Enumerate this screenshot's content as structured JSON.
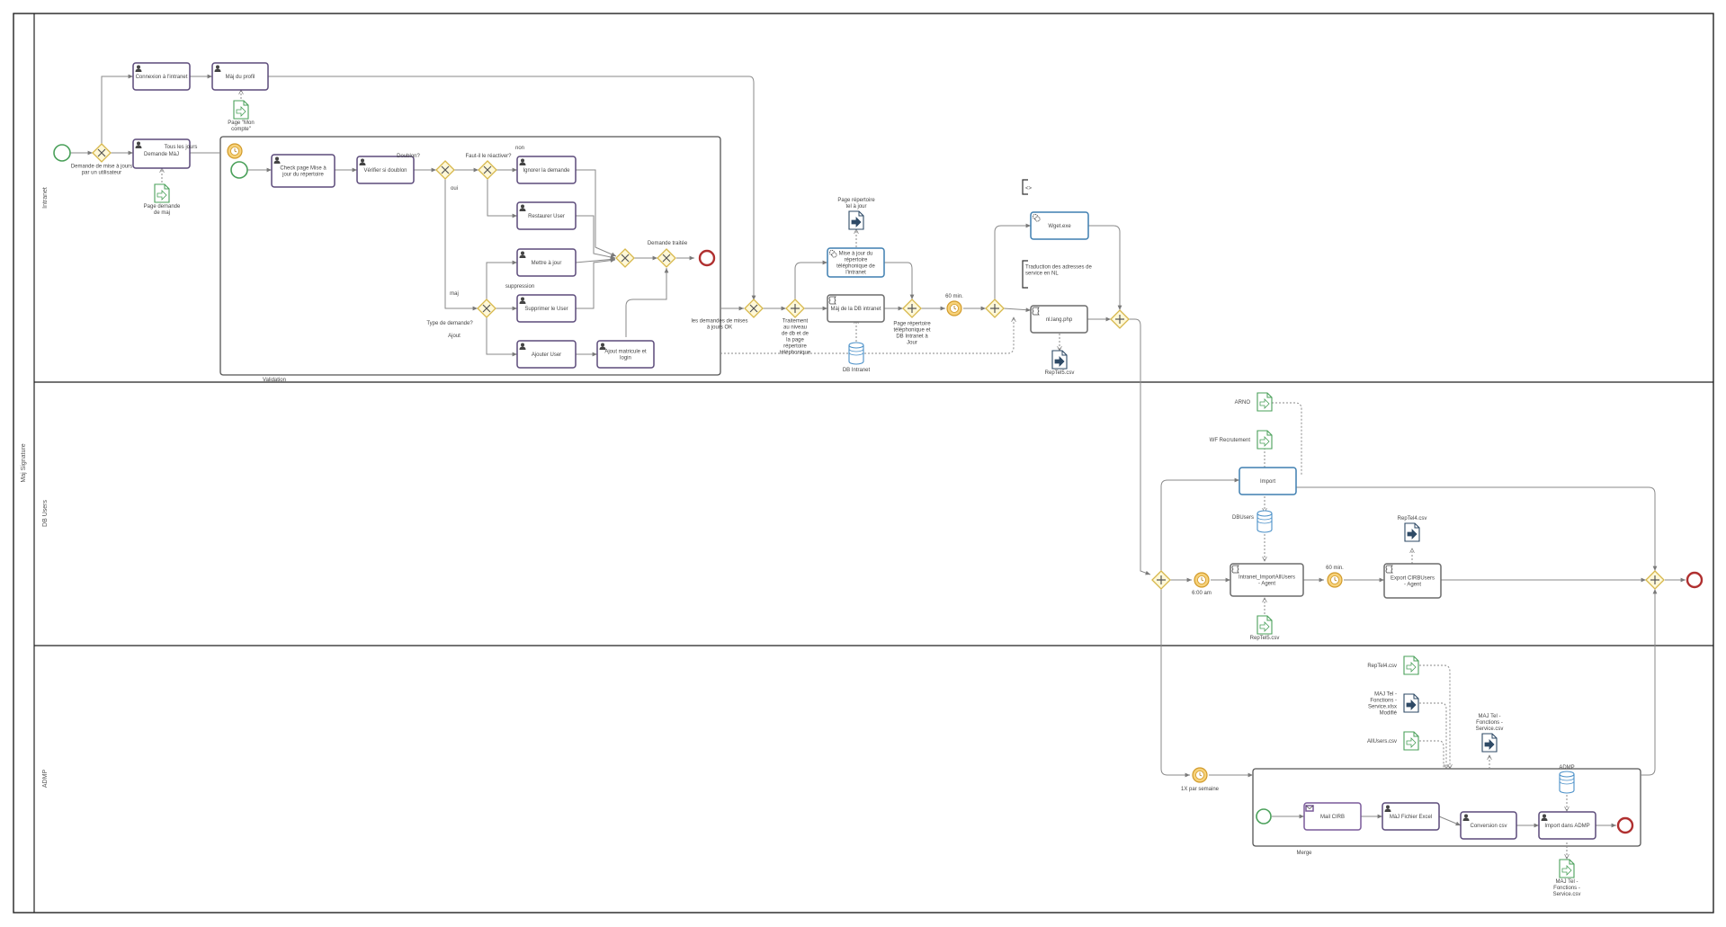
{
  "pool": {
    "title": "Maj Signature"
  },
  "lanes": [
    {
      "id": "intranet",
      "title": "Intranet"
    },
    {
      "id": "dbusers",
      "title": "DB Users"
    },
    {
      "id": "admp",
      "title": "ADMP"
    }
  ],
  "tasks": [
    {
      "id": "t-connexion",
      "kind": "user",
      "lines": [
        "Connexion à l'intranet"
      ]
    },
    {
      "id": "t-majprofil",
      "kind": "user",
      "lines": [
        "Màj du profil"
      ]
    },
    {
      "id": "t-demandemaj",
      "kind": "user",
      "lines": [
        "Demande MàJ"
      ]
    },
    {
      "id": "t-checkpage",
      "kind": "user",
      "lines": [
        "Check page Mise à",
        "jour du répertoire"
      ]
    },
    {
      "id": "t-verifier",
      "kind": "user",
      "lines": [
        "Vérifier si doublon"
      ]
    },
    {
      "id": "t-ignorer",
      "kind": "user",
      "lines": [
        "Ignorer la demande"
      ]
    },
    {
      "id": "t-restaurer",
      "kind": "user",
      "lines": [
        "Restaurer User"
      ]
    },
    {
      "id": "t-mettre",
      "kind": "user",
      "lines": [
        "Mettre à jour"
      ]
    },
    {
      "id": "t-supprimer",
      "kind": "user",
      "lines": [
        "Supprimer le User"
      ]
    },
    {
      "id": "t-ajouter",
      "kind": "user",
      "lines": [
        "Ajouter User"
      ]
    },
    {
      "id": "t-ajoutmatricule",
      "kind": "user",
      "lines": [
        "Ajout matricule et",
        "login"
      ]
    },
    {
      "id": "t-misejour",
      "kind": "service",
      "lines": [
        "Mise à jour du",
        "répertoire",
        "téléphonique de",
        "l'intranet"
      ]
    },
    {
      "id": "t-majdb",
      "kind": "script",
      "lines": [
        "Màj de la DB intranet"
      ]
    },
    {
      "id": "t-wget",
      "kind": "service",
      "lines": [
        "Wget.exe"
      ]
    },
    {
      "id": "t-nllang",
      "kind": "script",
      "lines": [
        "nl.lang.php"
      ]
    },
    {
      "id": "t-import",
      "kind": "plainsvc",
      "lines": [
        "Import"
      ]
    },
    {
      "id": "t-intranetimport",
      "kind": "script",
      "lines": [
        "Intranet_ImportAllUsers",
        "- Agent"
      ]
    },
    {
      "id": "t-export",
      "kind": "script",
      "lines": [
        "Export CIRBUsers",
        "- Agent"
      ]
    },
    {
      "id": "t-mailcirb",
      "kind": "mail",
      "lines": [
        "Mail CIRB"
      ]
    },
    {
      "id": "t-majexcel",
      "kind": "user",
      "lines": [
        "MàJ Fichier Excel"
      ]
    },
    {
      "id": "t-conversion",
      "kind": "user",
      "lines": [
        "Conversion csv"
      ]
    },
    {
      "id": "t-importadmp",
      "kind": "user",
      "lines": [
        "Import dans ADMP"
      ]
    }
  ],
  "subprocesses": [
    {
      "id": "sp-validation",
      "title": "Validation"
    },
    {
      "id": "sp-merge",
      "title": "Merge"
    }
  ],
  "documents": [
    {
      "id": "d-moncompte",
      "dir": "in",
      "lines": [
        "Page \"Mon",
        "compte\""
      ]
    },
    {
      "id": "d-pagedemande",
      "dir": "in",
      "lines": [
        "Page demande",
        "de maj"
      ]
    },
    {
      "id": "d-pagerep",
      "dir": "out",
      "lines": [
        "Page répertoire",
        "tel à jour"
      ]
    },
    {
      "id": "d-reptel5",
      "dir": "out",
      "lines": [
        "RepTel5.csv"
      ]
    },
    {
      "id": "d-arno",
      "dir": "in",
      "lines": [
        "ARNO"
      ]
    },
    {
      "id": "d-wf",
      "dir": "in",
      "lines": [
        "WF Recrutement"
      ]
    },
    {
      "id": "d-reptel4",
      "dir": "out",
      "lines": [
        "RepTel4.csv"
      ]
    },
    {
      "id": "d-reptel5b",
      "dir": "in",
      "lines": [
        "RepTel5.csv"
      ]
    },
    {
      "id": "d-reptel4b",
      "dir": "in",
      "lines": [
        "RepTel4.csv"
      ]
    },
    {
      "id": "d-majtelxlsx",
      "dir": "out",
      "lines": [
        "MAJ Tel -",
        "Fonctions -",
        "Service.xlsx",
        "Modifié"
      ]
    },
    {
      "id": "d-allusers",
      "dir": "in",
      "lines": [
        "AllUsers.csv"
      ]
    },
    {
      "id": "d-majtelcsv",
      "dir": "out",
      "lines": [
        "MAJ Tel -",
        "Fonctions -",
        "Service.csv"
      ]
    },
    {
      "id": "d-majtelcsv2",
      "dir": "in",
      "lines": [
        "MAJ Tel -",
        "Fonctions -",
        "Service.csv"
      ]
    }
  ],
  "datastores": [
    {
      "id": "ds-dbintranet",
      "label": "DB Intranet"
    },
    {
      "id": "ds-dbusers",
      "label": "DBUsers"
    },
    {
      "id": "ds-admp",
      "label": "ADMP"
    }
  ],
  "annotations": [
    {
      "id": "a-empty",
      "lines": [
        "<>"
      ]
    },
    {
      "id": "a-traduction",
      "lines": [
        "Traduction des adresses de",
        "service en NL"
      ]
    }
  ],
  "labels": [
    {
      "id": "l-demandemise",
      "lines": [
        "Demande de mise à jours",
        "par un utilisateur"
      ]
    },
    {
      "id": "l-touslesjours",
      "lines": [
        "Tous les jours"
      ]
    },
    {
      "id": "l-doublon",
      "lines": [
        "Doublon?"
      ]
    },
    {
      "id": "l-fautil",
      "lines": [
        "Faut-il le réactiver?"
      ]
    },
    {
      "id": "l-non",
      "lines": [
        "non"
      ]
    },
    {
      "id": "l-oui",
      "lines": [
        "oui"
      ]
    },
    {
      "id": "l-maj",
      "lines": [
        "maj"
      ]
    },
    {
      "id": "l-suppression",
      "lines": [
        "suppression"
      ]
    },
    {
      "id": "l-typedemande",
      "lines": [
        "Type de demande?"
      ]
    },
    {
      "id": "l-ajout",
      "lines": [
        "Ajout"
      ]
    },
    {
      "id": "l-demandetraitee",
      "lines": [
        "Demande traitée"
      ]
    },
    {
      "id": "l-lesdemandes",
      "lines": [
        "les demandes de mises",
        "à jours OK"
      ]
    },
    {
      "id": "l-traitement",
      "lines": [
        "Traitement",
        "au niveau",
        "de db et de",
        "la page",
        "répertoire",
        "téléphonique"
      ]
    },
    {
      "id": "l-pagerepdb",
      "lines": [
        "Page répertoire",
        "téléphonique et",
        "DB Intranet à",
        "Jour"
      ]
    },
    {
      "id": "l-60min1",
      "lines": [
        "60 min."
      ]
    },
    {
      "id": "l-600am",
      "lines": [
        "6:00 am"
      ]
    },
    {
      "id": "l-60min2",
      "lines": [
        "60 min."
      ]
    },
    {
      "id": "l-1x",
      "lines": [
        "1X par semaine"
      ]
    }
  ]
}
